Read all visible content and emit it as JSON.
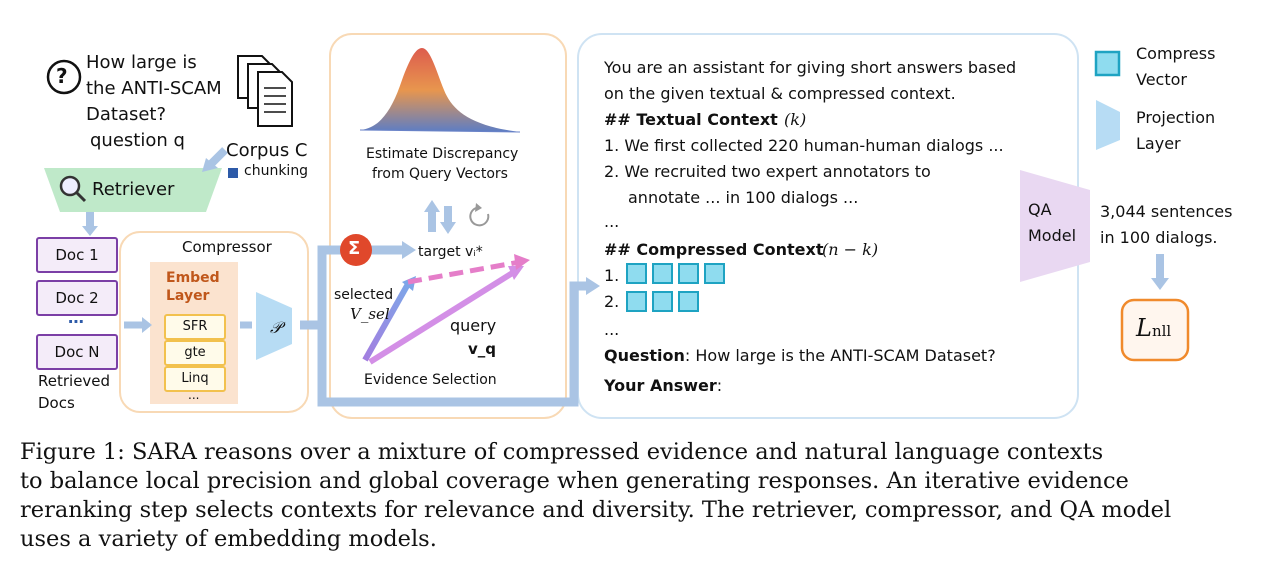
{
  "question": {
    "icon": "question-icon",
    "line1": "How large is",
    "line2": "the ANTI-SCAM",
    "line3": "Dataset?",
    "label": "question q"
  },
  "corpus": {
    "icon": "document-stack-icon",
    "label": "Corpus C",
    "chunking": "chunking"
  },
  "retriever": {
    "icon": "magnifier-icon",
    "label": "Retriever"
  },
  "docs": {
    "items": [
      "Doc 1",
      "Doc 2",
      "Doc N"
    ],
    "ellipsis": "⋯",
    "caption1": "Retrieved",
    "caption2": "Docs"
  },
  "compressor": {
    "title": "Compressor",
    "embed_title1": "Embed",
    "embed_title2": "Layer",
    "models": [
      "SFR",
      "gte",
      "Linq"
    ],
    "more": "...",
    "projection_symbol": "𝒫"
  },
  "evidence": {
    "estimate1": "Estimate Discrepancy",
    "estimate2": "from Query Vectors",
    "sigma": "Σ",
    "target": "target vᵢ*",
    "selected1": "selected",
    "selected2": "V_sel",
    "query1": "query",
    "query2": "v_q",
    "title": "Evidence Selection"
  },
  "prompt": {
    "line1": "You are an assistant for giving short answers based",
    "line2": "on the given textual & compressed context.",
    "textual_header": "## Textual Context",
    "textual_k": "(k)",
    "t1": "1. We first collected 220 human-human dialogs ...",
    "t2a": "2. We recruited two expert annotators to",
    "t2b": "annotate ... in 100 dialogs ...",
    "dots": "...",
    "compressed_header": "## Compressed Context",
    "compressed_nk": "(n − k)",
    "c1": "1.",
    "c2": "2.",
    "dots2": "...",
    "question_label": "Question",
    "question_text": ": How large is the ANTI-SCAM Dataset?",
    "answer_label": "Your Answer",
    "answer_colon": ":"
  },
  "legend": {
    "compress1": "Compress",
    "compress2": "Vector",
    "projection1": "Projection",
    "projection2": "Layer"
  },
  "qa": {
    "line1": "QA",
    "line2": "Model",
    "out1": "3,044 sentences",
    "out2": "in 100 dialogs.",
    "loss": "L",
    "loss_sub": "nll"
  },
  "caption": {
    "l1": "Figure 1: SARA reasons over a mixture of compressed evidence and natural language contexts",
    "l2": "to balance local precision and global coverage when generating responses.  An iterative evidence",
    "l3": "reranking step selects contexts for relevance and diversity. The retriever, compressor, and QA model",
    "l4": "uses a variety of embedding models."
  },
  "colors": {
    "purple": "#7b3fa6",
    "orange": "#f5a04a",
    "teal": "#1ea3c2",
    "blue": "#aac4e4",
    "green": "#bfe9c9"
  }
}
